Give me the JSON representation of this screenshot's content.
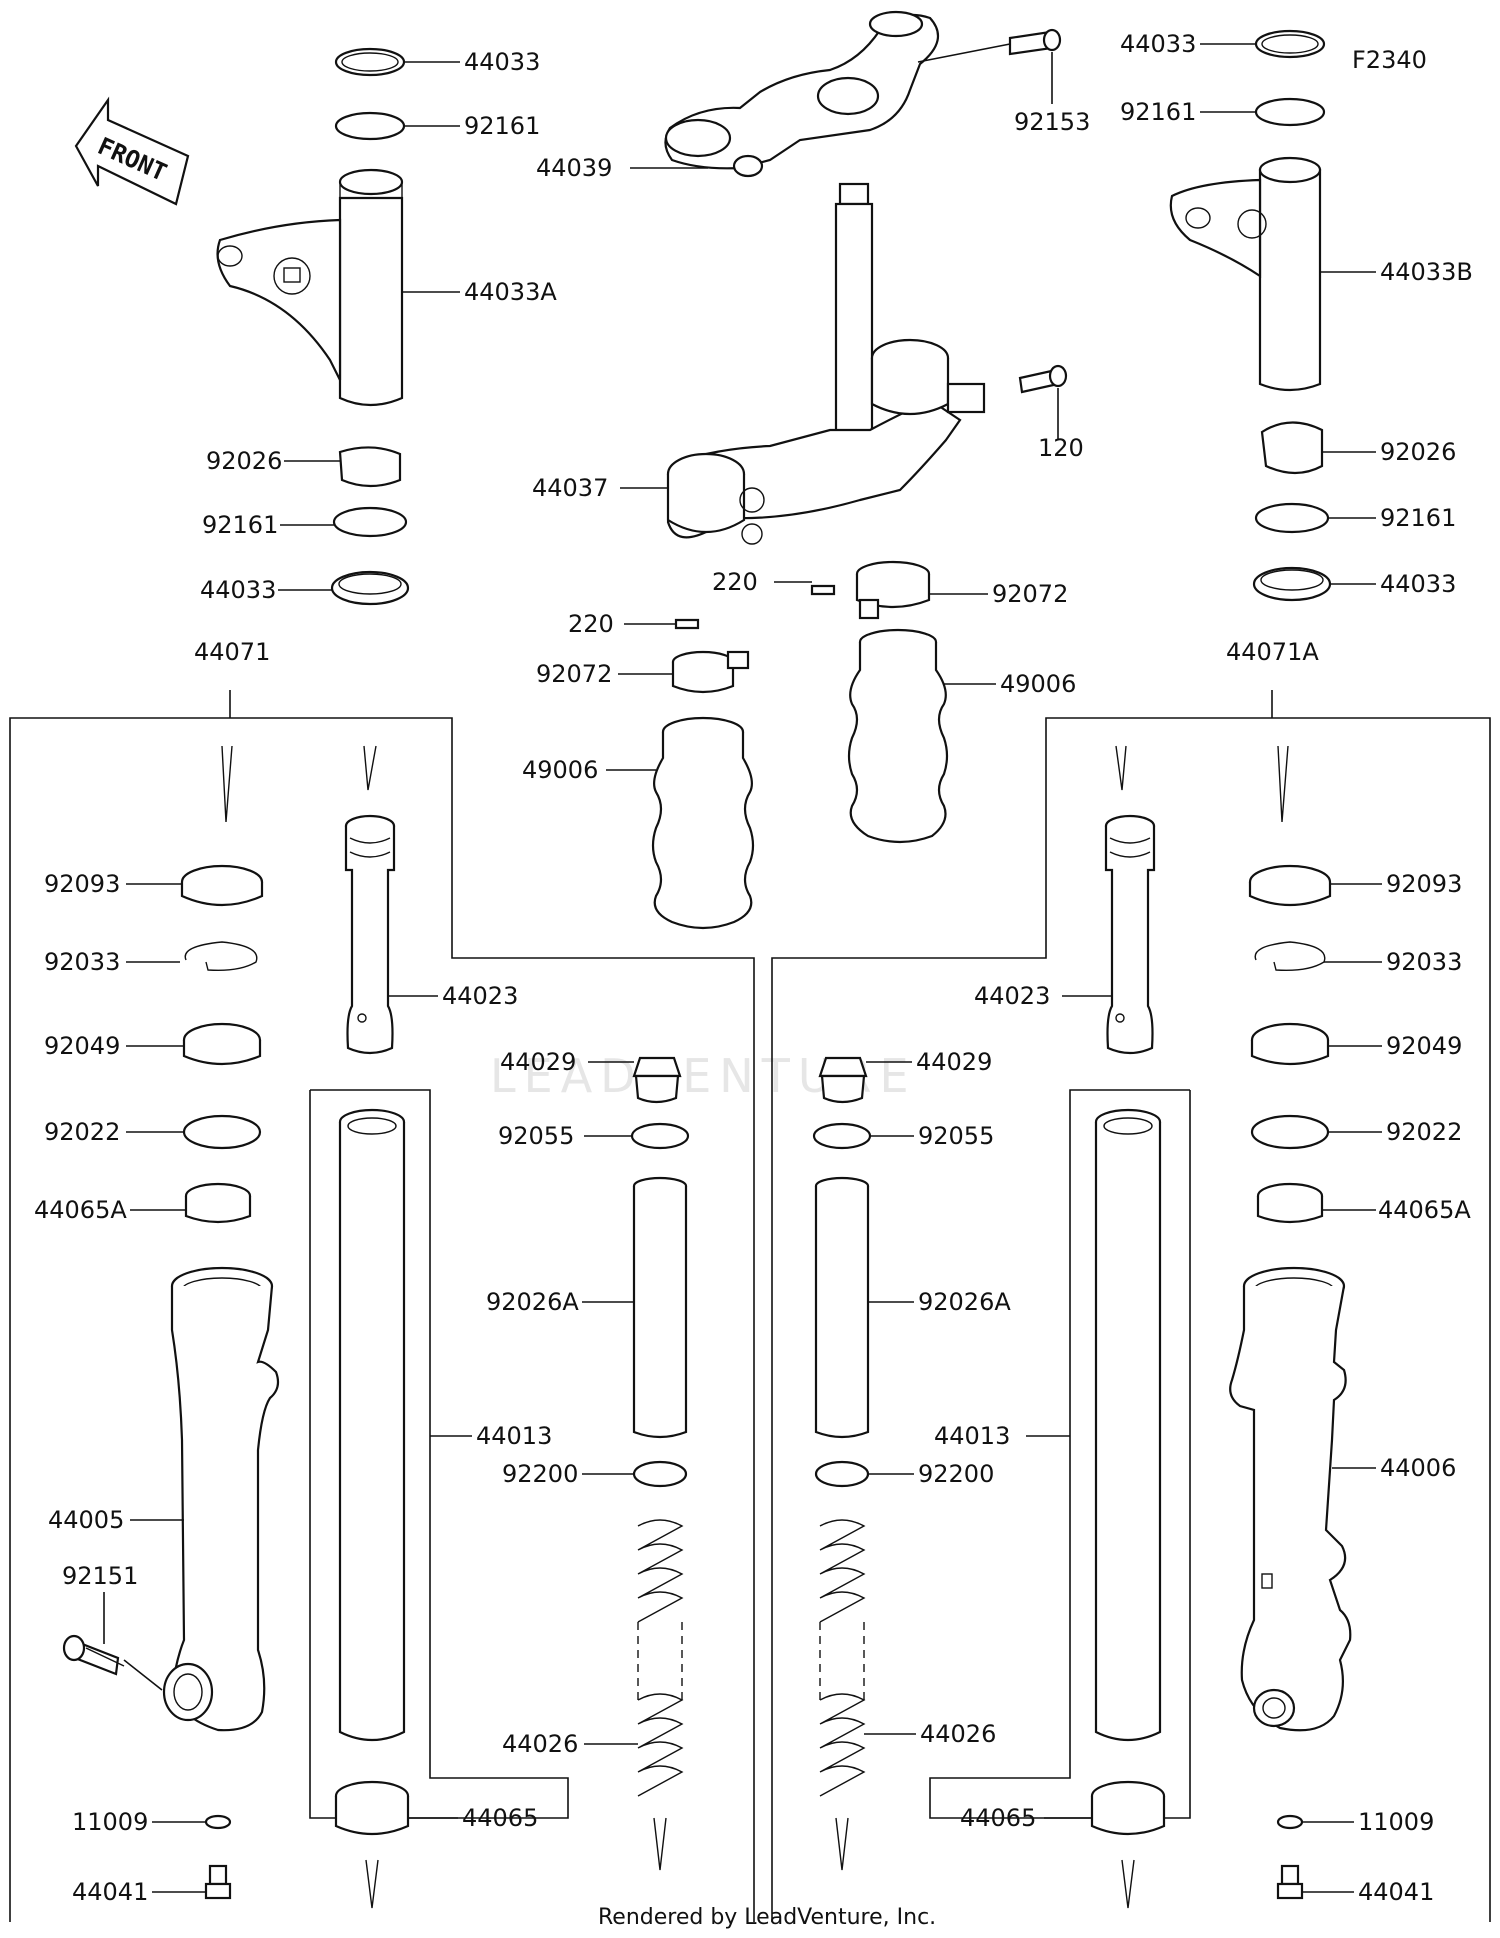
{
  "figure_code": "F2340",
  "front_text": "FRONT",
  "watermark": "LEADVENTURE",
  "footer": "Rendered by LeadVenture, Inc.",
  "callouts": [
    {
      "id": "44033-tl",
      "text": "44033"
    },
    {
      "id": "92161-tl",
      "text": "92161"
    },
    {
      "id": "44033A",
      "text": "44033A"
    },
    {
      "id": "92026-l",
      "text": "92026"
    },
    {
      "id": "92161-l",
      "text": "92161"
    },
    {
      "id": "44033-l",
      "text": "44033"
    },
    {
      "id": "44071",
      "text": "44071"
    },
    {
      "id": "44039",
      "text": "44039"
    },
    {
      "id": "92153",
      "text": "92153"
    },
    {
      "id": "120",
      "text": "120"
    },
    {
      "id": "44037",
      "text": "44037"
    },
    {
      "id": "220-r",
      "text": "220"
    },
    {
      "id": "92072-r",
      "text": "92072"
    },
    {
      "id": "220-l",
      "text": "220"
    },
    {
      "id": "92072-l",
      "text": "92072"
    },
    {
      "id": "49006-r",
      "text": "49006"
    },
    {
      "id": "49006-l",
      "text": "49006"
    },
    {
      "id": "44033-tr",
      "text": "44033"
    },
    {
      "id": "92161-tr",
      "text": "92161"
    },
    {
      "id": "44033B",
      "text": "44033B"
    },
    {
      "id": "92026-r",
      "text": "92026"
    },
    {
      "id": "92161-r",
      "text": "92161"
    },
    {
      "id": "44033-r",
      "text": "44033"
    },
    {
      "id": "44071A",
      "text": "44071A"
    },
    {
      "id": "92093-l",
      "text": "92093"
    },
    {
      "id": "92033-l",
      "text": "92033"
    },
    {
      "id": "92049-l",
      "text": "92049"
    },
    {
      "id": "92022-l",
      "text": "92022"
    },
    {
      "id": "44065A-l",
      "text": "44065A"
    },
    {
      "id": "44005",
      "text": "44005"
    },
    {
      "id": "92151",
      "text": "92151"
    },
    {
      "id": "11009-l",
      "text": "11009"
    },
    {
      "id": "44041-l",
      "text": "44041"
    },
    {
      "id": "44023-l",
      "text": "44023"
    },
    {
      "id": "44013-l",
      "text": "44013"
    },
    {
      "id": "44065-l",
      "text": "44065"
    },
    {
      "id": "44029-l",
      "text": "44029"
    },
    {
      "id": "92055-l",
      "text": "92055"
    },
    {
      "id": "92026A-l",
      "text": "92026A"
    },
    {
      "id": "92200-l",
      "text": "92200"
    },
    {
      "id": "44026-l",
      "text": "44026"
    },
    {
      "id": "44029-r",
      "text": "44029"
    },
    {
      "id": "92055-r",
      "text": "92055"
    },
    {
      "id": "92026A-r",
      "text": "92026A"
    },
    {
      "id": "92200-r",
      "text": "92200"
    },
    {
      "id": "44026-r",
      "text": "44026"
    },
    {
      "id": "44023-r",
      "text": "44023"
    },
    {
      "id": "44013-r",
      "text": "44013"
    },
    {
      "id": "44065-r",
      "text": "44065"
    },
    {
      "id": "92093-r",
      "text": "92093"
    },
    {
      "id": "92033-r",
      "text": "92033"
    },
    {
      "id": "92049-r",
      "text": "92049"
    },
    {
      "id": "92022-r",
      "text": "92022"
    },
    {
      "id": "44065A-r",
      "text": "44065A"
    },
    {
      "id": "44006",
      "text": "44006"
    },
    {
      "id": "11009-r",
      "text": "11009"
    },
    {
      "id": "44041-r",
      "text": "44041"
    }
  ]
}
